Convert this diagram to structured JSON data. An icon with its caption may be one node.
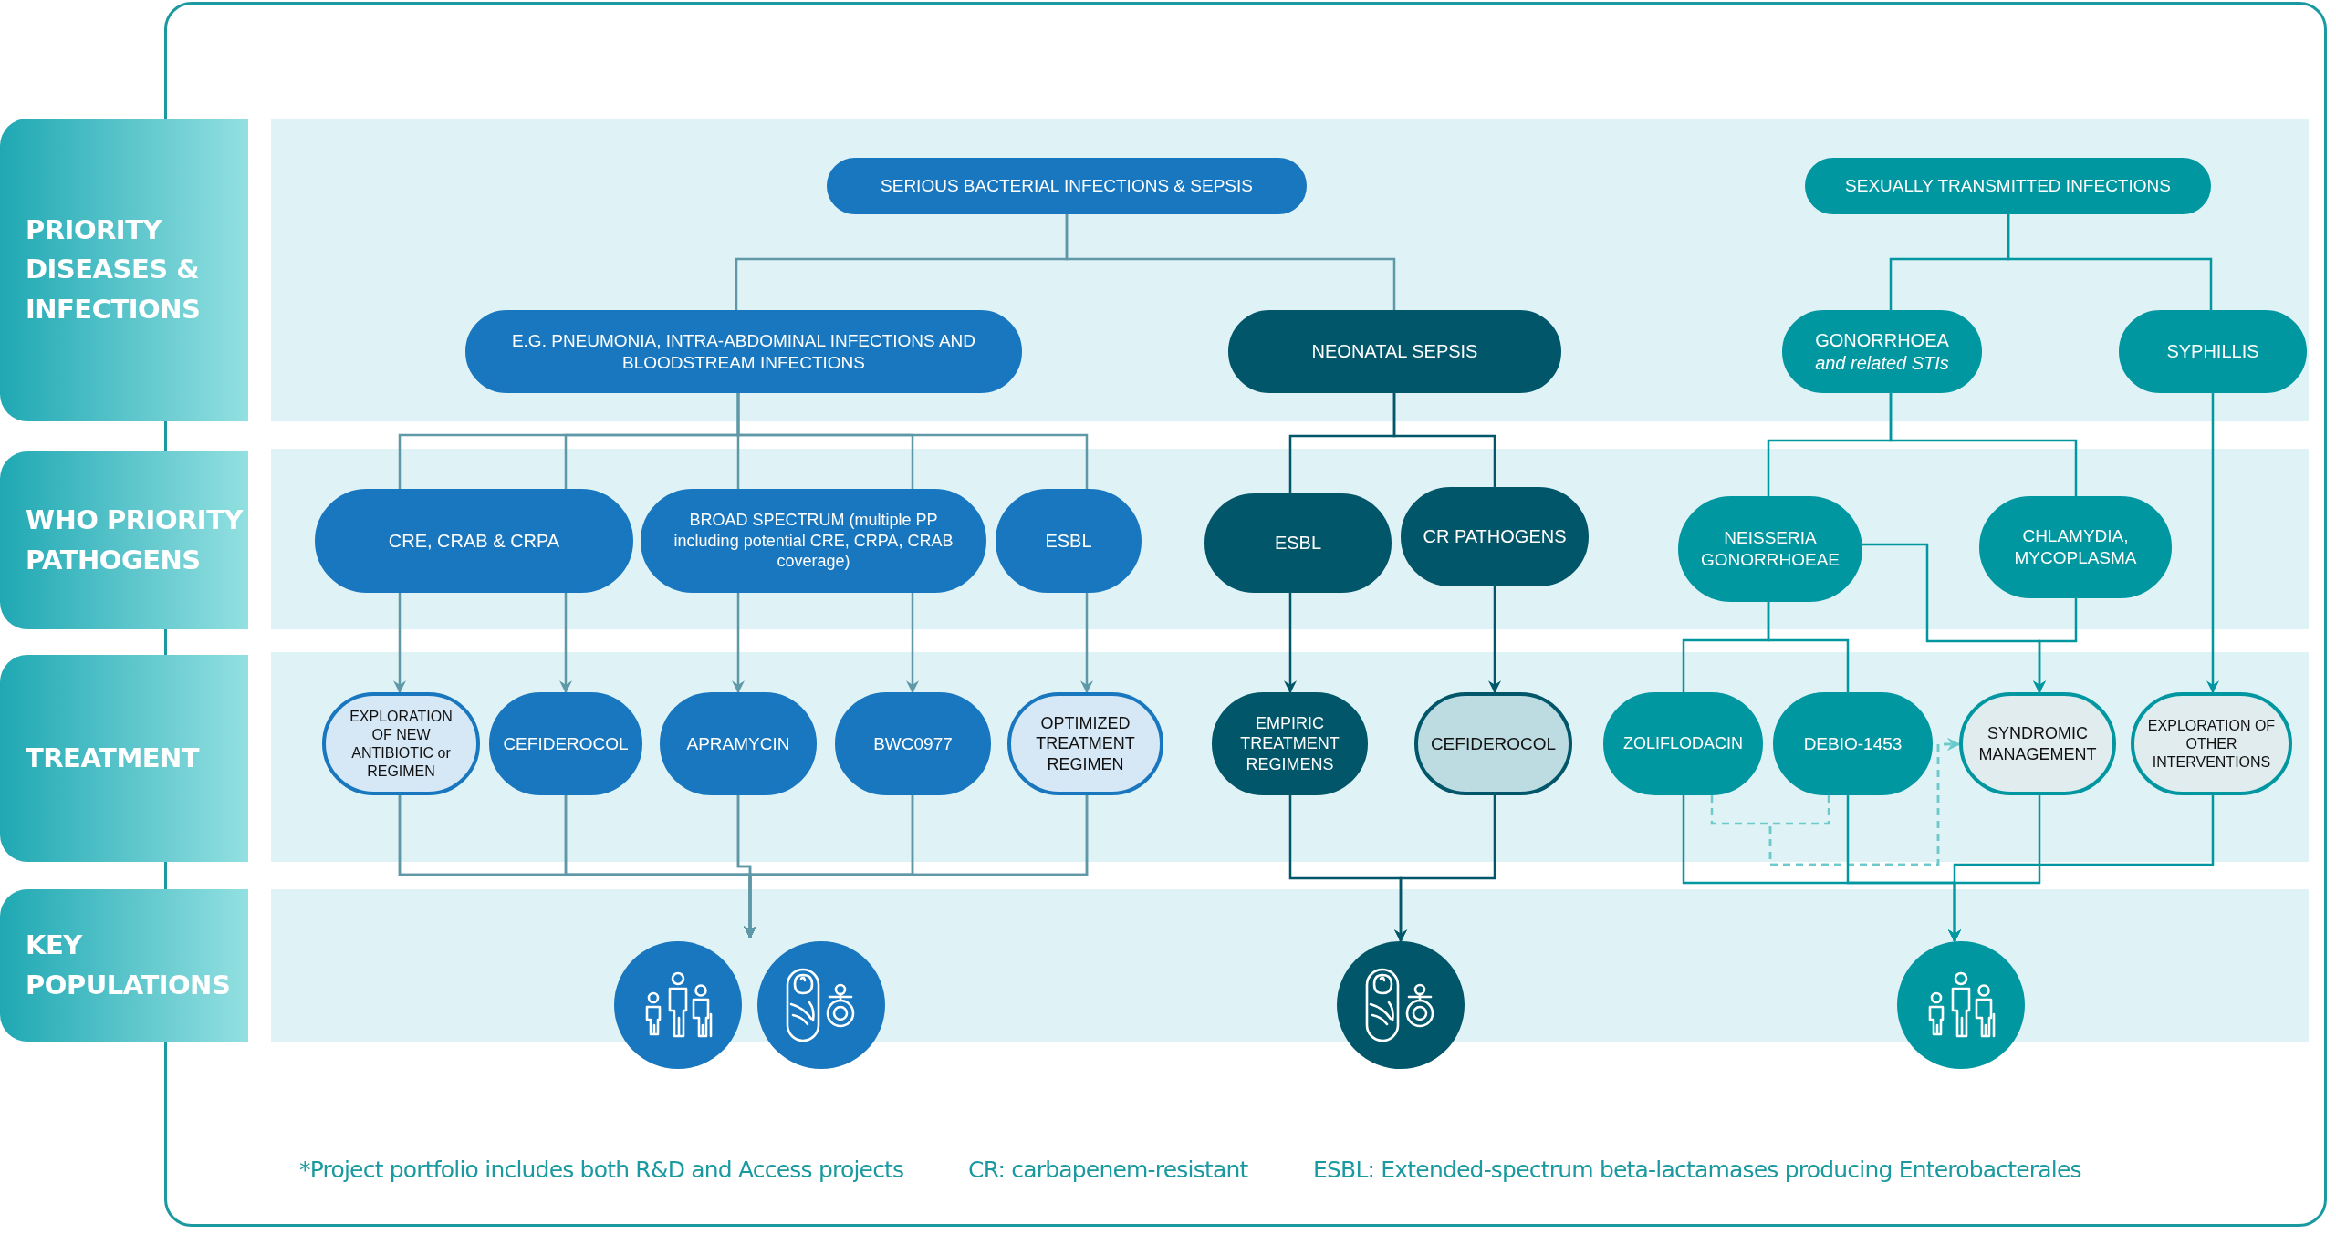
{
  "diagram": {
    "nodes": [
      {
        "text": [
          "SERIOUS BACTERIAL INFECTIONS & SEPSIS"
        ]
      },
      {
        "text": [
          "SEXUALLY TRANSMITTED INFECTIONS"
        ]
      },
      {
        "text": [
          "E.G. PNEUMONIA, INTRA-ABDOMINAL INFECTIONS AND BLOODSTREAM INFECTIONS"
        ]
      },
      {
        "text": [
          "NEONATAL SEPSIS"
        ]
      },
      {
        "text": [
          "GONORRHOEA *and related STIs*"
        ]
      },
      {
        "text": [
          "SYPHILLIS"
        ]
      },
      {
        "text": [
          "CRE, CRAB & CRPA"
        ]
      },
      {
        "text": [
          "BROAD SPECTRUM (multiple PP including potential CRE, CRPA, CRAB coverage)"
        ]
      },
      {
        "text": [
          "ESBL"
        ]
      },
      {
        "text": [
          "ESBL"
        ]
      },
      {
        "text": [
          "CR PATHOGENS"
        ]
      },
      {
        "text": [
          "NEISSERIA GONORRHOEAE"
        ]
      },
      {
        "text": [
          "CHLAMYDIA, MYCOPLASMA"
        ]
      },
      {
        "text": [
          "EXPLORATION OF NEW ANTIBIOTIC or REGIMEN"
        ]
      },
      {
        "text": [
          "CEFIDEROCOL"
        ]
      },
      {
        "text": [
          "APRAMYCIN"
        ]
      },
      {
        "text": [
          "BWC0977"
        ]
      },
      {
        "text": [
          "OPTIMIZED TREATMENT REGIMEN"
        ]
      },
      {
        "text": [
          "EMPIRIC TREATMENT REGIMENS"
        ]
      },
      {
        "text": [
          "CEFIDEROCOL"
        ]
      },
      {
        "text": [
          "ZOLIFLODACIN"
        ]
      },
      {
        "text": [
          "DEBIO-1453"
        ]
      },
      {
        "text": [
          "SYNDROMIC MANAGEMENT"
        ]
      },
      {
        "text": [
          "EXPLORATION OF OTHER INTERVENTIONS"
        ]
      },
      {
        "text": [],
        "shape": "circle"
      },
      {
        "text": [],
        "shape": "circle"
      },
      {
        "text": [],
        "shape": "circle"
      },
      {
        "text": [],
        "shape": "circle"
      },
      {
        "text": [
          "PRIORITY DISEASES & INFECTIONS"
        ]
      },
      {
        "text": [
          "WHO PRIORITY PATHOGENS"
        ]
      },
      {
        "text": [
          "TREATMENT"
        ]
      },
      {
        "text": [
          "KEY POPULATIONS"
        ]
      }
    ],
    "edges": [
      {
        "from": 0,
        "to": 2,
        "arrow": "none"
      },
      {
        "from": 0,
        "to": 3,
        "arrow": "none"
      },
      {
        "from": 1,
        "to": 4,
        "arrow": "none",
        "color": "#0097a1"
      },
      {
        "from": 1,
        "to": 5,
        "arrow": "none",
        "color": "#0097a1"
      },
      {
        "from": 2,
        "to": 6,
        "arrow": "none"
      },
      {
        "from": 2,
        "to": 6,
        "arrow": "none"
      },
      {
        "from": 2,
        "to": 7,
        "arrow": "none"
      },
      {
        "from": 2,
        "to": 7,
        "arrow": "none"
      },
      {
        "from": 2,
        "to": 8,
        "arrow": "none"
      },
      {
        "from": 3,
        "to": 9,
        "arrow": "none",
        "color": "#02566a"
      },
      {
        "from": 3,
        "to": 10,
        "arrow": "none",
        "color": "#02566a"
      },
      {
        "from": 4,
        "to": 11,
        "arrow": "none",
        "color": "#0097a1"
      },
      {
        "from": 4,
        "to": 12,
        "arrow": "none",
        "color": "#0097a1"
      },
      {
        "from": 5,
        "to": 23,
        "arrow": "to",
        "color": "#0097a1"
      },
      {
        "from": 6,
        "to": 13,
        "arrow": "to"
      },
      {
        "from": 6,
        "to": 14,
        "arrow": "to"
      },
      {
        "from": 7,
        "to": 15,
        "arrow": "to"
      },
      {
        "from": 7,
        "to": 16,
        "arrow": "to"
      },
      {
        "from": 8,
        "to": 17,
        "arrow": "to"
      },
      {
        "from": 9,
        "to": 18,
        "arrow": "to",
        "color": "#02566a"
      },
      {
        "from": 10,
        "to": 19,
        "arrow": "to",
        "color": "#02566a"
      },
      {
        "from": 11,
        "to": 20,
        "arrow": "none",
        "color": "#0097a1"
      },
      {
        "from": 11,
        "to": 21,
        "arrow": "none",
        "color": "#0097a1"
      },
      {
        "from": 11,
        "to": 22,
        "arrow": "to",
        "color": "#0097a1"
      },
      {
        "from": 12,
        "to": 22,
        "arrow": "to",
        "color": "#0097a1"
      },
      {
        "from": 20,
        "to": 22,
        "arrow": "to",
        "style": "dashed",
        "color": "#6cc9cc"
      },
      {
        "from": 21,
        "to": 22,
        "arrow": "to",
        "style": "dashed",
        "color": "#6cc9cc"
      },
      {
        "from": 13,
        "to": 24,
        "arrow": "to"
      },
      {
        "from": 14,
        "to": 24,
        "arrow": "to"
      },
      {
        "from": 15,
        "to": 24,
        "arrow": "to"
      },
      {
        "from": 16,
        "to": 24,
        "arrow": "to"
      },
      {
        "from": 17,
        "to": 24,
        "arrow": "to"
      },
      {
        "from": 13,
        "to": 25,
        "arrow": "to"
      },
      {
        "from": 14,
        "to": 25,
        "arrow": "to"
      },
      {
        "from": 15,
        "to": 25,
        "arrow": "to"
      },
      {
        "from": 16,
        "to": 25,
        "arrow": "to"
      },
      {
        "from": 17,
        "to": 25,
        "arrow": "to"
      },
      {
        "from": 18,
        "to": 26,
        "arrow": "to",
        "color": "#02566a"
      },
      {
        "from": 19,
        "to": 26,
        "arrow": "to",
        "color": "#02566a"
      },
      {
        "from": 20,
        "to": 27,
        "arrow": "to",
        "color": "#0097a1"
      },
      {
        "from": 21,
        "to": 27,
        "arrow": "to",
        "color": "#0097a1"
      },
      {
        "from": 22,
        "to": 27,
        "arrow": "to",
        "color": "#0097a1"
      },
      {
        "from": 23,
        "to": 27,
        "arrow": "to",
        "color": "#0097a1"
      }
    ],
    "labels": [
      "*Project portfolio includes both R&D and Access projects",
      "CR: carbapenem-resistant",
      "ESBL: Extended-spectrum beta-lactamases producing Enterobacterales"
    ]
  }
}
